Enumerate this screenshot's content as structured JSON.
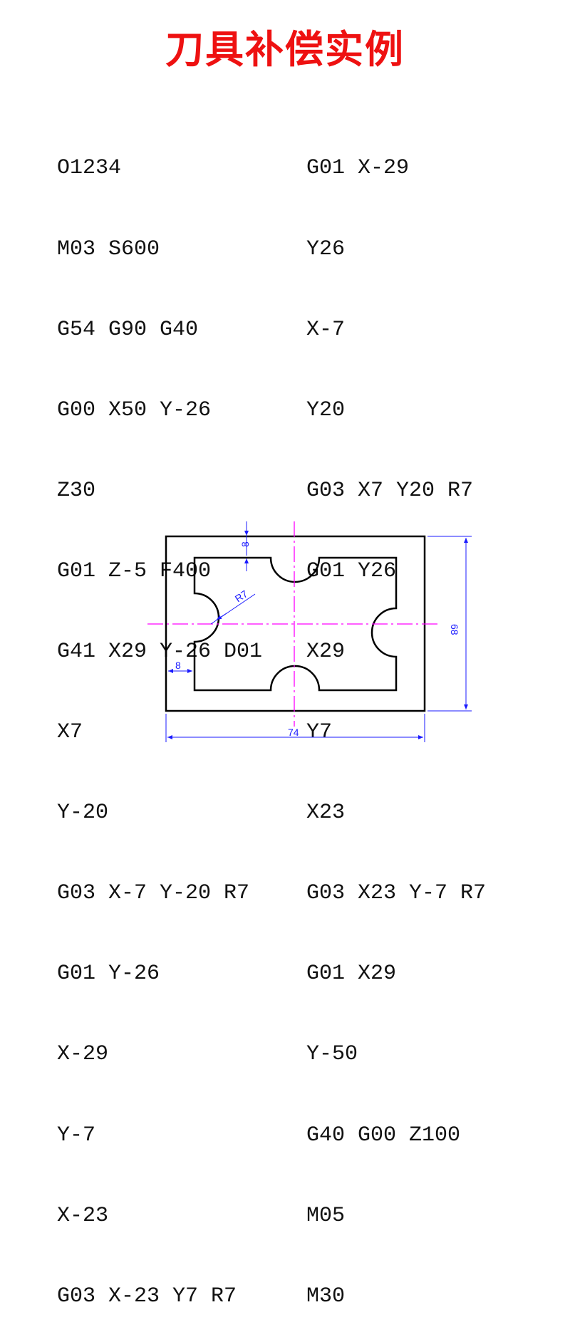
{
  "title": "刀具补偿实例",
  "program": {
    "left": [
      "O1234",
      "M03 S600",
      "G54 G90 G40",
      "G00 X50 Y-26",
      "Z30",
      "G01 Z-5 F400",
      "G41 X29 Y-26 D01",
      "X7",
      "Y-20",
      "G03 X-7 Y-20 R7",
      "G01 Y-26",
      "X-29",
      "Y-7",
      "X-23",
      "G03 X-23 Y7 R7"
    ],
    "right": [
      "G01 X-29",
      "Y26",
      "X-7",
      "Y20",
      "G03 X7 Y20 R7",
      "G01 Y26",
      "X29",
      "Y7",
      "X23",
      "G03 X23 Y-7 R7",
      "G01 X29",
      "Y-50",
      "G40 G00 Z100",
      "M05",
      "M30"
    ]
  },
  "drawing": {
    "dimensions": {
      "inset_top": "8",
      "inset_left": "8",
      "radius": "R7",
      "width": "74",
      "height": "68"
    },
    "colors": {
      "outline": "#000000",
      "centerline": "#ff00ff",
      "dimension": "#1a1aff"
    }
  }
}
